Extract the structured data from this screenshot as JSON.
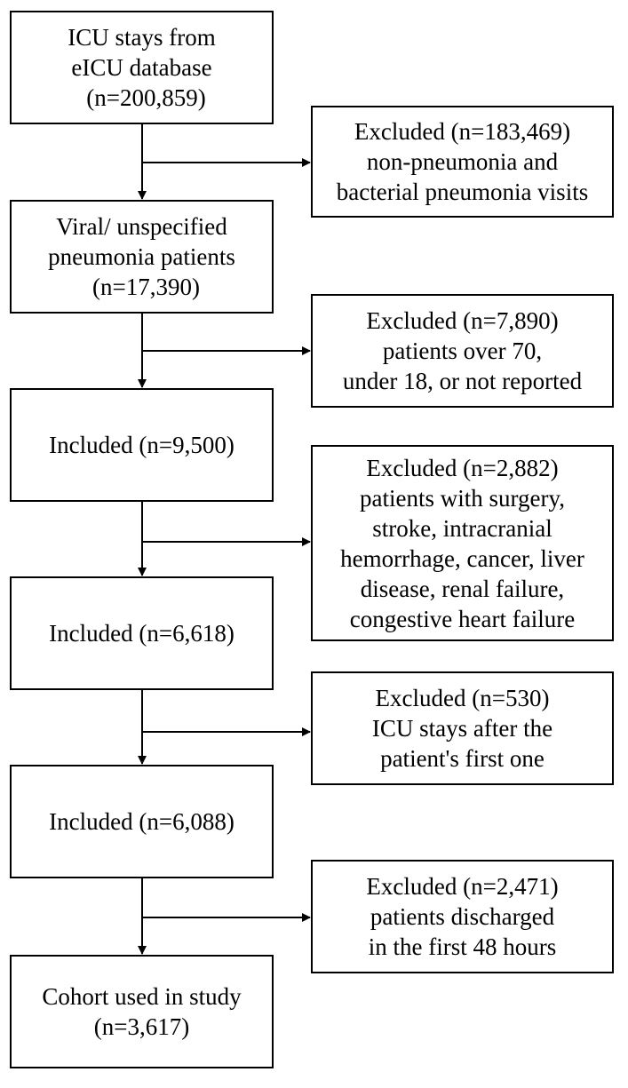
{
  "flowchart": {
    "main_boxes": [
      {
        "lines": [
          "ICU stays from",
          "eICU database",
          "(n=200,859)"
        ]
      },
      {
        "lines": [
          "Viral/ unspecified",
          "pneumonia patients",
          "(n=17,390)"
        ]
      },
      {
        "lines": [
          "Included (n=9,500)"
        ]
      },
      {
        "lines": [
          "Included (n=6,618)"
        ]
      },
      {
        "lines": [
          "Included (n=6,088)"
        ]
      },
      {
        "lines": [
          "Cohort used in study",
          "(n=3,617)"
        ]
      }
    ],
    "excluded_boxes": [
      {
        "lines": [
          "Excluded (n=183,469)",
          "non-pneumonia and",
          "bacterial pneumonia visits"
        ]
      },
      {
        "lines": [
          "Excluded (n=7,890)",
          "patients over 70,",
          "under 18, or not reported"
        ]
      },
      {
        "lines": [
          "Excluded (n=2,882)",
          "patients with surgery,",
          "stroke, intracranial",
          "hemorrhage, cancer, liver",
          "disease, renal failure,",
          "congestive heart failure"
        ]
      },
      {
        "lines": [
          "Excluded (n=530)",
          "ICU stays after the",
          "patient's first one"
        ]
      },
      {
        "lines": [
          "Excluded (n=2,471)",
          "patients discharged",
          "in the first 48 hours"
        ]
      }
    ],
    "colors": {
      "stroke": "#000000",
      "fill": "#ffffff",
      "text": "#000000"
    }
  }
}
